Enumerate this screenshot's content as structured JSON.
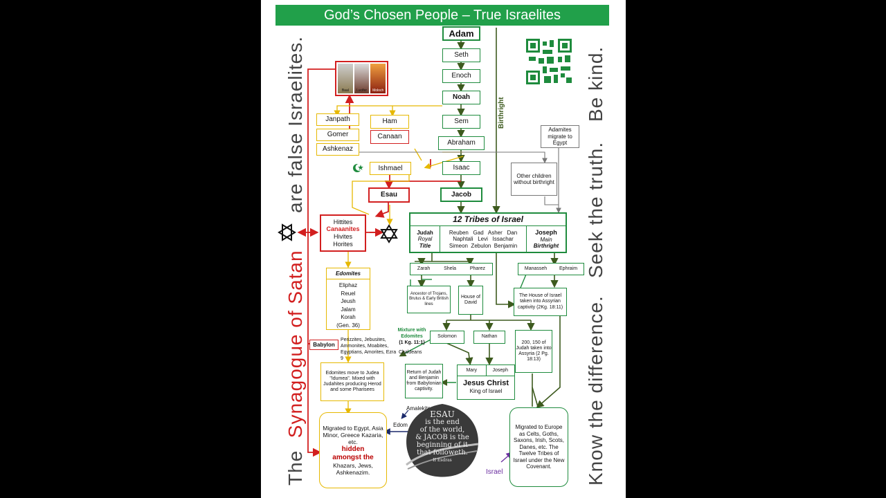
{
  "title": "God’s Chosen People – True Israelites",
  "left_text": {
    "the": "The",
    "synagogue": "Synagogue of Satan",
    "rest": "are false Israelites."
  },
  "right_text": {
    "line1": "Know the difference.",
    "line2": "Seek the truth.",
    "line3": "Be kind."
  },
  "lineage": [
    "Adam",
    "Seth",
    "Enoch",
    "Noah",
    "Sem",
    "Abraham",
    "Isaac",
    "Jacob"
  ],
  "birthright": "Birthright",
  "idols": [
    "Baal",
    "Lucifer",
    "Moloch"
  ],
  "japheth": [
    "Janpath",
    "Gomer",
    "Ashkenaz"
  ],
  "ham": "Ham",
  "canaan": "Canaan",
  "ishmael": "Ishmael",
  "esau": "Esau",
  "adamites": "Adamites migrate to Egypt",
  "other_children": "Other children without birthright",
  "canaanite_peoples": {
    "top": "Hittites",
    "mid": "Canaanites",
    "b1": "Hivites",
    "b2": "Horites"
  },
  "tribes": {
    "title": "12 Tribes of Israel",
    "judah": {
      "name": "Judah",
      "sub1": "Royal",
      "sub2": "Title"
    },
    "middle": [
      "Reuben   Gad   Asher   Dan",
      "Naphtali   Levi   Issachar",
      "Simeon  Zebulon  Benjamin"
    ],
    "joseph": {
      "name": "Joseph",
      "sub1": "Main",
      "sub2": "Birthright"
    }
  },
  "judah_sons": [
    "Zarah",
    "Shela",
    "Pharez"
  ],
  "joseph_sons": [
    "Manasseh",
    "Ephraim"
  ],
  "trojans": "Ancestor of Trojans, Brutus & Early British lines",
  "house_david": "House of David",
  "house_israel": "The House of Israel taken into Assyrian captivity (2Kg. 18:11)",
  "edomites": {
    "title": "Edomites",
    "names": [
      "Eliphaz",
      "Reuel",
      "Jeush",
      "Jalam",
      "Korah",
      "(Gen. 36)"
    ]
  },
  "mixture": {
    "line1": "Mixture with",
    "line2": "Edomites",
    "ref": "(1 Kg. 11:1)"
  },
  "solomon": "Solomon",
  "nathan": "Nathan",
  "judah_captive": "200, 150 of Judah taken into Assyria (2 Pg. 18:13)",
  "babylon": "Babylon",
  "peoples_list": "Perizzites, Jebusites, Ammonites, Moabites, Egyptians, Amorites, Ezra 9",
  "chaldeans": "Chaldeans",
  "edomites_judea": "Edomites move to Judea \"Idumea\". Mixed with Judahites producing Herod and some Pharisees",
  "return": "Return of Judah and Benjamin from Babylonian captivity.",
  "mary": "Mary",
  "joseph2": "Joseph",
  "jesus": {
    "name": "Jesus Christ",
    "sub": "King of Israel"
  },
  "amalekites": "Amalekites",
  "edom": "Edom",
  "israel": "Israel",
  "egypt": {
    "l1": "Migrated to Egypt, Asia Minor, Greece Kazaria, etc.",
    "l2": "hidden",
    "l3": "amongst  the",
    "l4": "Khazars, Jews, Ashkenazim."
  },
  "europe": "Migrated to Europe as Celts, Goths, Saxons, Irish, Scots, Danes, etc. The Twelve Tribes of Israel under the New Covenant.",
  "seal": {
    "l1": "ESAU",
    "l2": "is the end",
    "l3": "of the world,",
    "l4": "& JACOB is the",
    "l5": "beginning of it",
    "l6": "that followeth.",
    "ref": "II Esdras"
  },
  "colors": {
    "green": "#1e8b3d",
    "banner": "#21a04a",
    "red": "#d21f1f",
    "yellow": "#e6b800",
    "dark_green": "#3d5a1e"
  }
}
